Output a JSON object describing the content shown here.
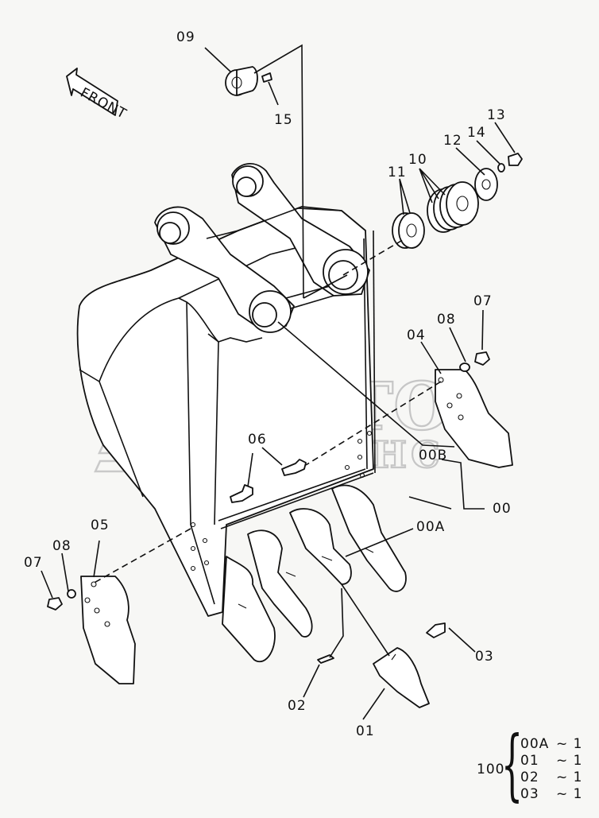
{
  "front_arrow": {
    "label": "FRONT"
  },
  "callouts": [
    {
      "id": "c09",
      "text": "09"
    },
    {
      "id": "c15",
      "text": "15"
    },
    {
      "id": "c13",
      "text": "13"
    },
    {
      "id": "c14",
      "text": "14"
    },
    {
      "id": "c12",
      "text": "12"
    },
    {
      "id": "c10",
      "text": "10"
    },
    {
      "id": "c11",
      "text": "11"
    },
    {
      "id": "c07a",
      "text": "07"
    },
    {
      "id": "c08a",
      "text": "08"
    },
    {
      "id": "c04",
      "text": "04"
    },
    {
      "id": "c06",
      "text": "06"
    },
    {
      "id": "c00B",
      "text": "00B"
    },
    {
      "id": "c00",
      "text": "00"
    },
    {
      "id": "c00A",
      "text": "00A"
    },
    {
      "id": "c05",
      "text": "05"
    },
    {
      "id": "c08b",
      "text": "08"
    },
    {
      "id": "c07b",
      "text": "07"
    },
    {
      "id": "c03",
      "text": "03"
    },
    {
      "id": "c02",
      "text": "02"
    },
    {
      "id": "c01",
      "text": "01"
    }
  ],
  "quantity_table": {
    "assembly": "100",
    "rows": [
      {
        "part": "00A",
        "qty": "~ 1"
      },
      {
        "part": "01",
        "qty": "~ 1"
      },
      {
        "part": "02",
        "qty": "~ 1"
      },
      {
        "part": "03",
        "qty": "~ 1"
      }
    ]
  },
  "watermark": {
    "line1": "АВТО",
    "line2": "АЛЬЯНС"
  }
}
